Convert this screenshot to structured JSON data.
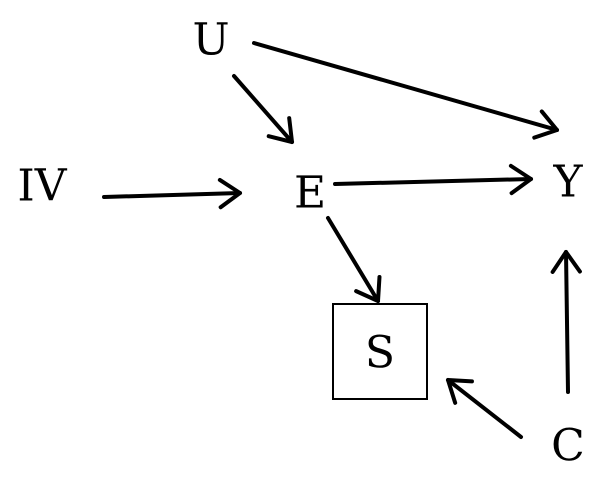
{
  "nodes": [
    {
      "id": "U",
      "label": "U",
      "boxed": false
    },
    {
      "id": "IV",
      "label": "IV",
      "boxed": false
    },
    {
      "id": "E",
      "label": "E",
      "boxed": false
    },
    {
      "id": "Y",
      "label": "Y",
      "boxed": false
    },
    {
      "id": "S",
      "label": "S",
      "boxed": true
    },
    {
      "id": "C",
      "label": "C",
      "boxed": false
    }
  ],
  "edges": [
    {
      "from": "U",
      "to": "E"
    },
    {
      "from": "U",
      "to": "Y"
    },
    {
      "from": "IV",
      "to": "E"
    },
    {
      "from": "E",
      "to": "Y"
    },
    {
      "from": "E",
      "to": "S"
    },
    {
      "from": "C",
      "to": "S"
    },
    {
      "from": "C",
      "to": "Y"
    }
  ],
  "colors": {
    "stroke": "#000000",
    "background": "#ffffff"
  }
}
